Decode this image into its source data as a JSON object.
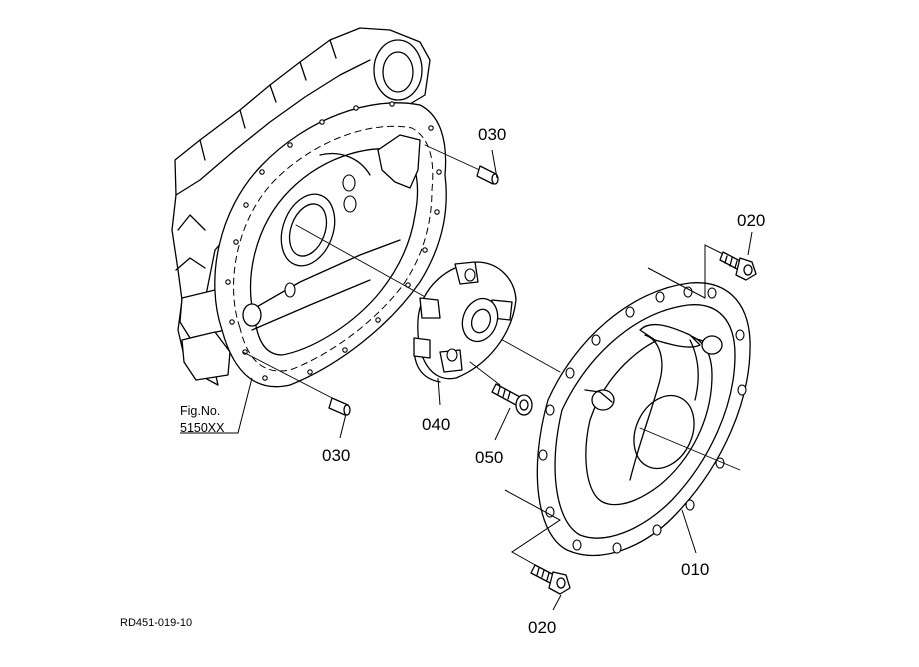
{
  "diagram": {
    "ink_color": "#000000",
    "background_color": "#ffffff",
    "part_labels": {
      "pin_upper": "030",
      "pin_lower": "030",
      "bolt_upper": "020",
      "bolt_lower": "020",
      "coupling": "040",
      "coupling_bolt": "050",
      "housing_plate": "010"
    },
    "figure_reference": {
      "label": "Fig.No.",
      "number": "5150XX"
    },
    "drawing_code": "RD451-019-10"
  }
}
